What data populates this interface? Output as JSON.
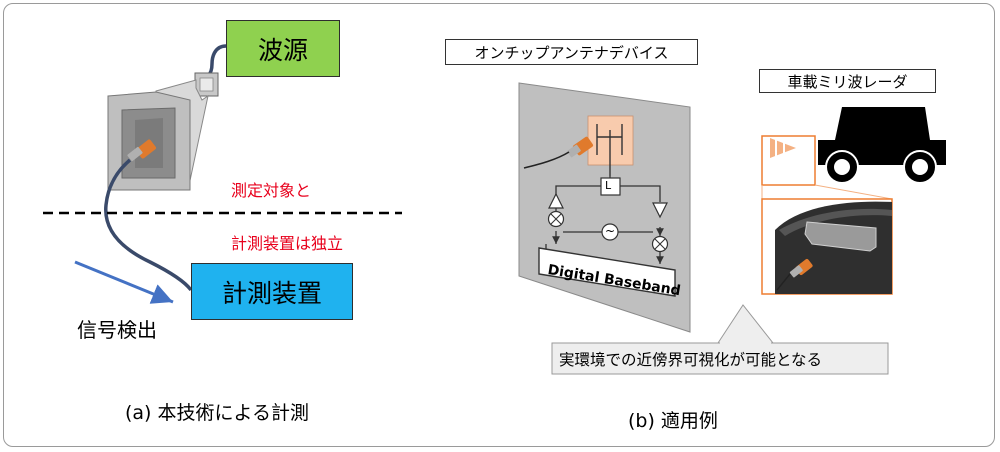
{
  "panel_a": {
    "source_label": "波源",
    "measurement_label": "計測装置",
    "independence_line1": "測定対象と",
    "independence_line2": "計測装置は独立",
    "signal_label": "信号検出",
    "caption": "(a) 本技術による計測"
  },
  "panel_b": {
    "device_label": "オンチップアンテナデバイス",
    "radar_label": "車載ミリ波レーダ",
    "baseband_label": "Digital Baseband",
    "lo_label": "L",
    "osc_symbol": "~",
    "callout": "実環境での近傍界可視化が可能となる",
    "caption": "(b) 適用例"
  },
  "colors": {
    "source_fill": "#8fd14f",
    "measurement_fill": "#1fb2ef",
    "warning_text": "#e8001c",
    "arrow": "#4472c4",
    "antenna_highlight": "#f8cbad",
    "vehicle_frame": "#ed7d31"
  }
}
